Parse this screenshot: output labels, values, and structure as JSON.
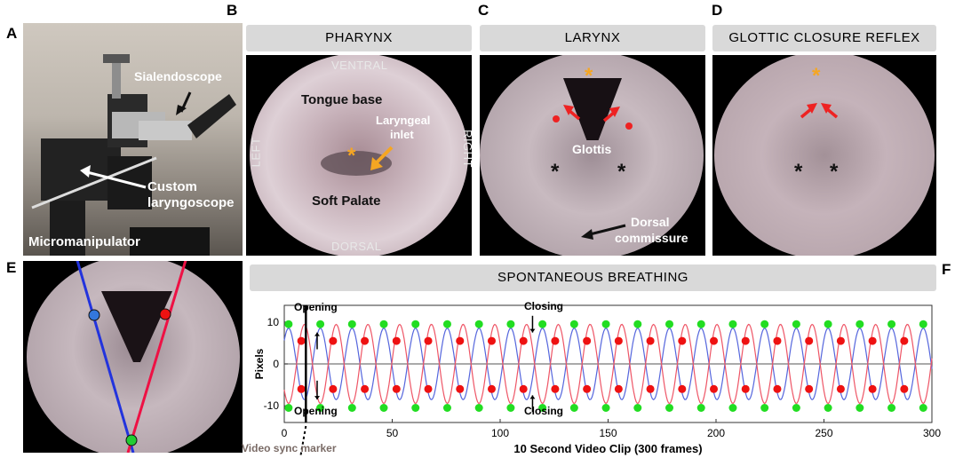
{
  "panels": {
    "a": {
      "letter": "A",
      "labels": {
        "sialendoscope": "Sialendoscope",
        "custom_line1": "Custom",
        "custom_line2": "laryngoscope",
        "micromanipulator": "Micromanipulator"
      }
    },
    "b": {
      "letter": "B",
      "title": "PHARYNX",
      "labels": {
        "ventral": "VENTRAL",
        "dorsal": "DORSAL",
        "left": "LEFT",
        "right": "RIGHT",
        "tongue_base": "Tongue base",
        "laryngeal_line1": "Laryngeal",
        "laryngeal_line2": "inlet",
        "soft_palate": "Soft Palate",
        "star": "*"
      }
    },
    "c": {
      "letter": "C",
      "title": "LARYNX",
      "labels": {
        "glottis": "Glottis",
        "dorsal_line1": "Dorsal",
        "dorsal_line2": "commissure",
        "star": "*"
      }
    },
    "d": {
      "letter": "D",
      "title": "GLOTTIC CLOSURE REFLEX",
      "labels": {
        "star": "*"
      }
    },
    "e": {
      "letter": "E"
    },
    "f": {
      "letter": "F",
      "title": "SPONTANEOUS BREATHING",
      "annotations": {
        "opening_top": "Opening",
        "opening_bottom": "Opening",
        "closing_top": "Closing",
        "closing_bottom": "Closing",
        "sync_marker": "Video sync marker"
      }
    }
  },
  "colors": {
    "green": "#22dd22",
    "red": "#ee1111",
    "blue_line": "#5566dd",
    "red_line": "#ee5566",
    "orange": "#f5a623",
    "arrow_red": "#ee2222"
  },
  "chart_data": {
    "type": "line",
    "title": "SPONTANEOUS BREATHING",
    "xlabel": "10 Second Video Clip (300 frames)",
    "ylabel": "Pixels",
    "xlim": [
      0,
      300
    ],
    "ylim": [
      -14,
      14
    ],
    "xticks": [
      0,
      50,
      100,
      150,
      200,
      250,
      300
    ],
    "yticks": [
      10,
      0,
      -10
    ],
    "period_frames": 14.7,
    "start_frame": 2,
    "sync_marker_frame": 10,
    "series": [
      {
        "color": "#5566dd",
        "green_peak": 9.5,
        "red_trough": 5.5
      },
      {
        "color": "#ee5566",
        "green_peak": -10.5,
        "red_trough": -6
      }
    ]
  }
}
